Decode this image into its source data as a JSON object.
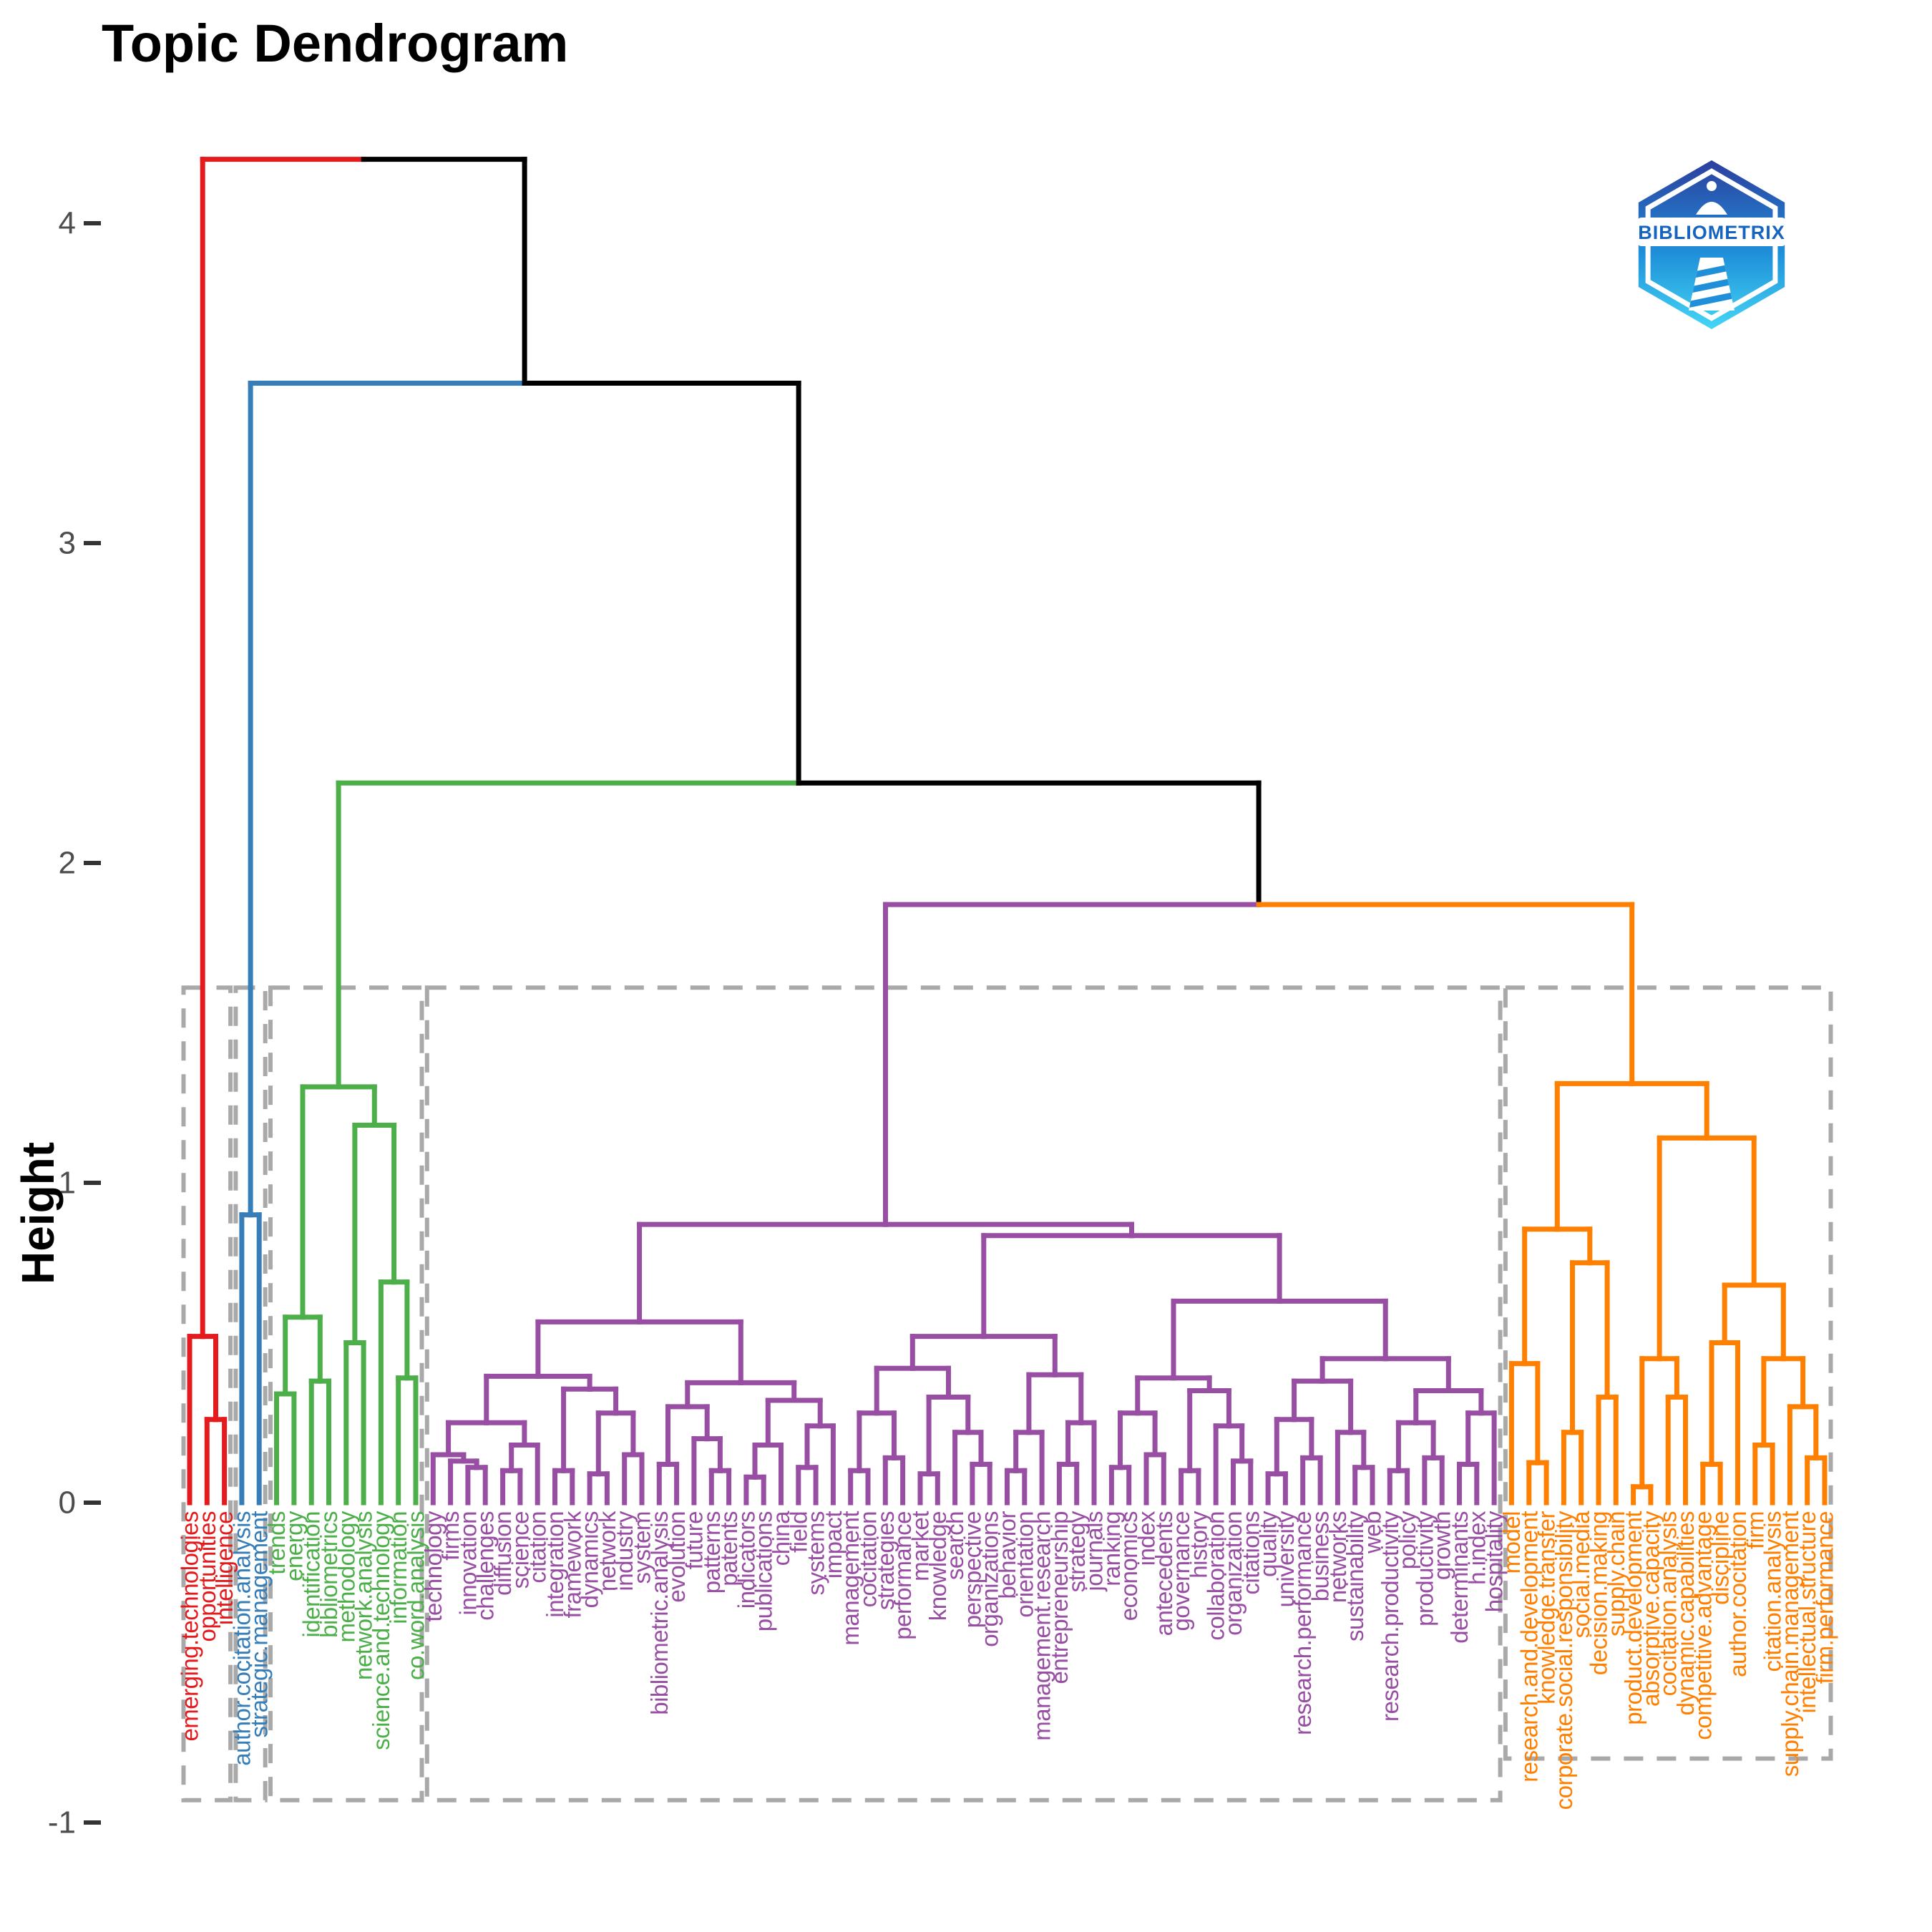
{
  "title": "Topic Dendrogram",
  "y_axis": {
    "label": "Height",
    "ticks": [
      4,
      3,
      2,
      1,
      0,
      -1
    ]
  },
  "logo": {
    "text": "BIBLIOMETRIX",
    "gradient": [
      "#2C3E9E",
      "#1F8FD9",
      "#45D6F5"
    ],
    "text_color": "#1565C0"
  },
  "colors": {
    "background": "#FFFFFF",
    "black_link": "#000000",
    "box_dash": "#A9A9A9",
    "tick_text": "#4D4D4D",
    "tick_mark": "#333333"
  },
  "chart_data": {
    "type": "dendrogram",
    "title": "Topic Dendrogram",
    "ylabel": "Height",
    "ylim": [
      -1,
      4.2
    ],
    "grid": false,
    "leaf_height": 0,
    "box_top": 1.61,
    "box_bottom_default": -0.93,
    "box_bottom_orange": -0.8,
    "root": [
      "red",
      [
        "blue",
        [
          "green",
          [
            "purple",
            "orange",
            1.87
          ],
          2.25
        ],
        3.5
      ],
      4.2
    ],
    "clusters": [
      {
        "name": "red",
        "color": "#E41A1C",
        "labels": [
          "emerging.technologies",
          "opportunities",
          "intelligence"
        ],
        "tree": [
          "emerging.technologies",
          [
            "opportunities",
            "intelligence",
            0.26
          ],
          0.52
        ]
      },
      {
        "name": "blue",
        "color": "#377EB8",
        "labels": [
          "author.cocitation.analysis",
          "strategic.management"
        ],
        "tree": [
          "author.cocitation.analysis",
          "strategic.management",
          0.9
        ]
      },
      {
        "name": "green",
        "color": "#4DAF4A",
        "labels": [
          "trends",
          "energy",
          "identification",
          "bibliometrics",
          "methodology",
          "network.analysis",
          "science.and.technology",
          "information",
          "co.word.analysis"
        ],
        "tree": [
          [
            [
              "trends",
              "energy",
              0.34
            ],
            [
              "identification",
              "bibliometrics",
              0.38
            ],
            0.58
          ],
          [
            [
              "methodology",
              "network.analysis",
              0.5
            ],
            [
              "science.and.technology",
              [
                "information",
                "co.word.analysis",
                0.39
              ],
              0.69
            ],
            1.18
          ],
          1.3
        ]
      },
      {
        "name": "purple",
        "color": "#984EA3",
        "labels": [
          "technology",
          "firms",
          "innovation",
          "challenges",
          "diffusion",
          "science",
          "citation",
          "integration",
          "framework",
          "dynamics",
          "network",
          "industry",
          "system",
          "bibliometric.analysis",
          "evolution",
          "future",
          "patterns",
          "patents",
          "indicators",
          "publications",
          "china",
          "field",
          "systems",
          "impact",
          "management",
          "cocitation",
          "strategies",
          "performance",
          "market",
          "knowledge",
          "search",
          "perspective",
          "organizations",
          "behavior",
          "orientation",
          "management.research",
          "entrepreneurship",
          "strategy",
          "journals",
          "ranking",
          "economics",
          "index",
          "antecedents",
          "governance",
          "history",
          "collaboration",
          "organization",
          "citations",
          "quality",
          "university",
          "research.performance",
          "business",
          "networks",
          "sustainability",
          "web",
          "research.productivity",
          "policy",
          "productivity",
          "growth",
          "determinants",
          "h.index",
          "hospitality"
        ],
        "tree": [
          [
            [
              [
                [
                  "technology",
                  [
                    "firms",
                    [
                      "innovation",
                      "challenges",
                      0.11
                    ],
                    0.13
                  ],
                  0.15
                ],
                [
                  [
                    "diffusion",
                    "science",
                    0.1
                  ],
                  "citation",
                  0.18
                ],
                0.25
              ],
              [
                [
                  "integration",
                  "framework",
                  0.1
                ],
                [
                  [
                    "dynamics",
                    "network",
                    0.09
                  ],
                  [
                    "industry",
                    "system",
                    0.15
                  ],
                  0.28
                ],
                0.355
              ],
              0.395
            ],
            [
              [
                [
                  "bibliometric.analysis",
                  "evolution",
                  0.12
                ],
                [
                  "future",
                  [
                    "patterns",
                    "patents",
                    0.1
                  ],
                  0.2
                ],
                0.3
              ],
              [
                [
                  [
                    "indicators",
                    "publications",
                    0.08
                  ],
                  "china",
                  0.18
                ],
                [
                  [
                    "field",
                    "systems",
                    0.11
                  ],
                  "impact",
                  0.24
                ],
                0.32
              ],
              0.375
            ],
            0.565
          ],
          [
            [
              [
                [
                  [
                    "management",
                    "cocitation",
                    0.1
                  ],
                  [
                    "strategies",
                    "performance",
                    0.14
                  ],
                  0.28
                ],
                [
                  [
                    "market",
                    "knowledge",
                    0.09
                  ],
                  [
                    "search",
                    [
                      "perspective",
                      "organizations",
                      0.12
                    ],
                    0.22
                  ],
                  0.33
                ],
                0.42
              ],
              [
                [
                  [
                    "behavior",
                    "orientation",
                    0.1
                  ],
                  "management.research",
                  0.22
                ],
                [
                  [
                    "entrepreneurship",
                    "strategy",
                    0.12
                  ],
                  "journals",
                  0.25
                ],
                0.4
              ],
              0.52
            ],
            [
              [
                [
                  [
                    "ranking",
                    "economics",
                    0.11
                  ],
                  [
                    "index",
                    "antecedents",
                    0.15
                  ],
                  0.28
                ],
                [
                  [
                    "governance",
                    "history",
                    0.1
                  ],
                  [
                    "collaboration",
                    [
                      "organization",
                      "citations",
                      0.13
                    ],
                    0.24
                  ],
                  0.35
                ],
                0.39
              ],
              [
                [
                  [
                    [
                      "quality",
                      "university",
                      0.09
                    ],
                    [
                      "research.performance",
                      "business",
                      0.14
                    ],
                    0.26
                  ],
                  [
                    "networks",
                    [
                      "sustainability",
                      "web",
                      0.11
                    ],
                    0.22
                  ],
                  0.38
                ],
                [
                  [
                    [
                      "research.productivity",
                      "policy",
                      0.1
                    ],
                    [
                      "productivity",
                      "growth",
                      0.14
                    ],
                    0.25
                  ],
                  [
                    [
                      "determinants",
                      "h.index",
                      0.12
                    ],
                    "hospitality",
                    0.28
                  ],
                  0.35
                ],
                0.45
              ],
              0.63
            ],
            0.835
          ],
          0.87
        ]
      },
      {
        "name": "orange",
        "color": "#FF7F00",
        "labels": [
          "model",
          "research.and.development",
          "knowledge.transfer",
          "corporate.social.responsibility",
          "social.media",
          "decision.making",
          "supply.chain",
          "product.development",
          "absorptive.capacity",
          "cocitation.analysis",
          "dynamic.capabilities",
          "competitive.advantage",
          "discipline",
          "author.cocitation",
          "firm",
          "citation.analysis",
          "supply.chain.management",
          "intellectual.structure",
          "firm.performance"
        ],
        "tree": [
          [
            [
              "model",
              [
                "research.and.development",
                "knowledge.transfer",
                0.125
              ],
              0.435
            ],
            [
              [
                "corporate.social.responsibility",
                "social.media",
                0.22
              ],
              [
                "decision.making",
                "supply.chain",
                0.33
              ],
              0.75
            ],
            0.855
          ],
          [
            [
              [
                "product.development",
                "absorptive.capacity",
                0.05
              ],
              [
                "cocitation.analysis",
                "dynamic.capabilities",
                0.33
              ],
              0.45
            ],
            [
              [
                [
                  "competitive.advantage",
                  "discipline",
                  0.12
                ],
                "author.cocitation",
                0.5
              ],
              [
                [
                  "firm",
                  "citation.analysis",
                  0.18
                ],
                [
                  "supply.chain.management",
                  [
                    "intellectual.structure",
                    "firm.performance",
                    0.14
                  ],
                  0.3
                ],
                0.45
              ],
              0.68
            ],
            1.14
          ],
          1.31
        ]
      }
    ]
  }
}
